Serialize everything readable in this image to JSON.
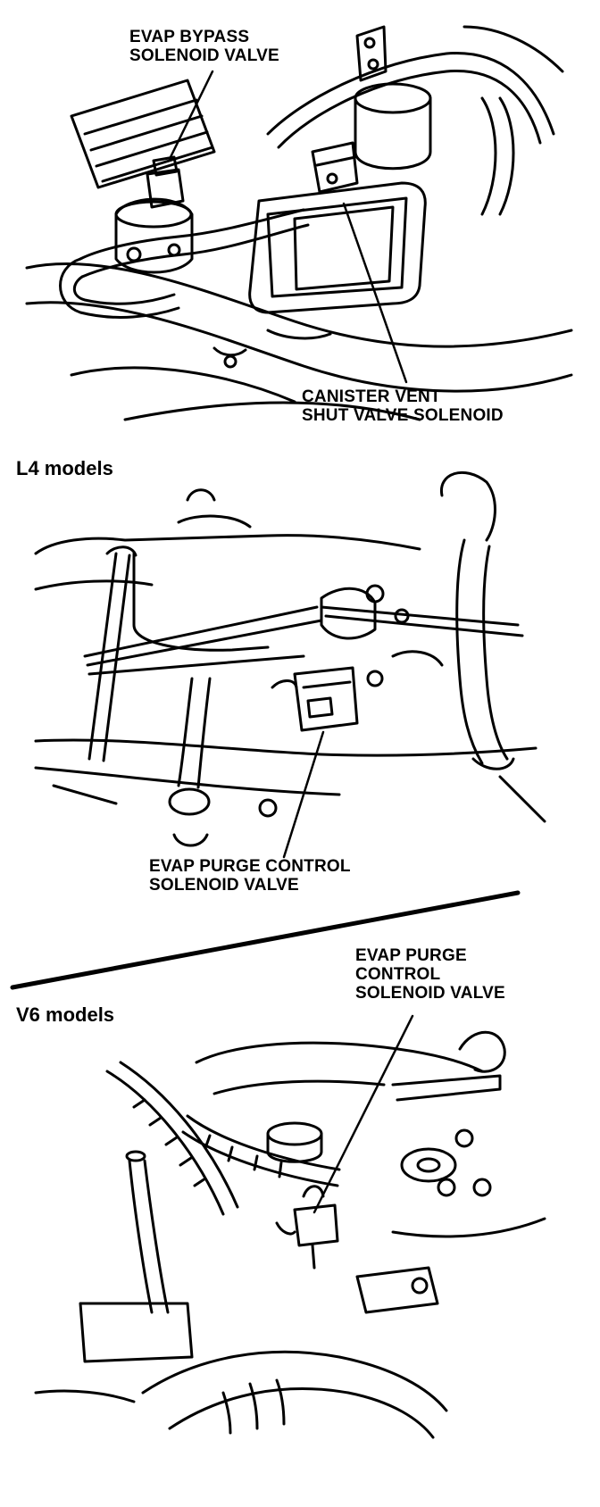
{
  "panels": {
    "top": {
      "callouts": {
        "bypass_valve": [
          "EVAP BYPASS",
          "SOLENOID VALVE"
        ],
        "vent_shut_valve": [
          "CANISTER VENT",
          "SHUT VALVE SOLENOID"
        ]
      }
    },
    "l4": {
      "heading": "L4 models",
      "callouts": {
        "purge_valve": [
          "EVAP PURGE CONTROL",
          "SOLENOID VALVE"
        ]
      }
    },
    "v6": {
      "heading": "V6 models",
      "callouts": {
        "purge_valve": [
          "EVAP PURGE",
          "CONTROL",
          "SOLENOID VALVE"
        ]
      }
    }
  },
  "colors": {
    "ink": "#000000",
    "paper": "#ffffff"
  }
}
